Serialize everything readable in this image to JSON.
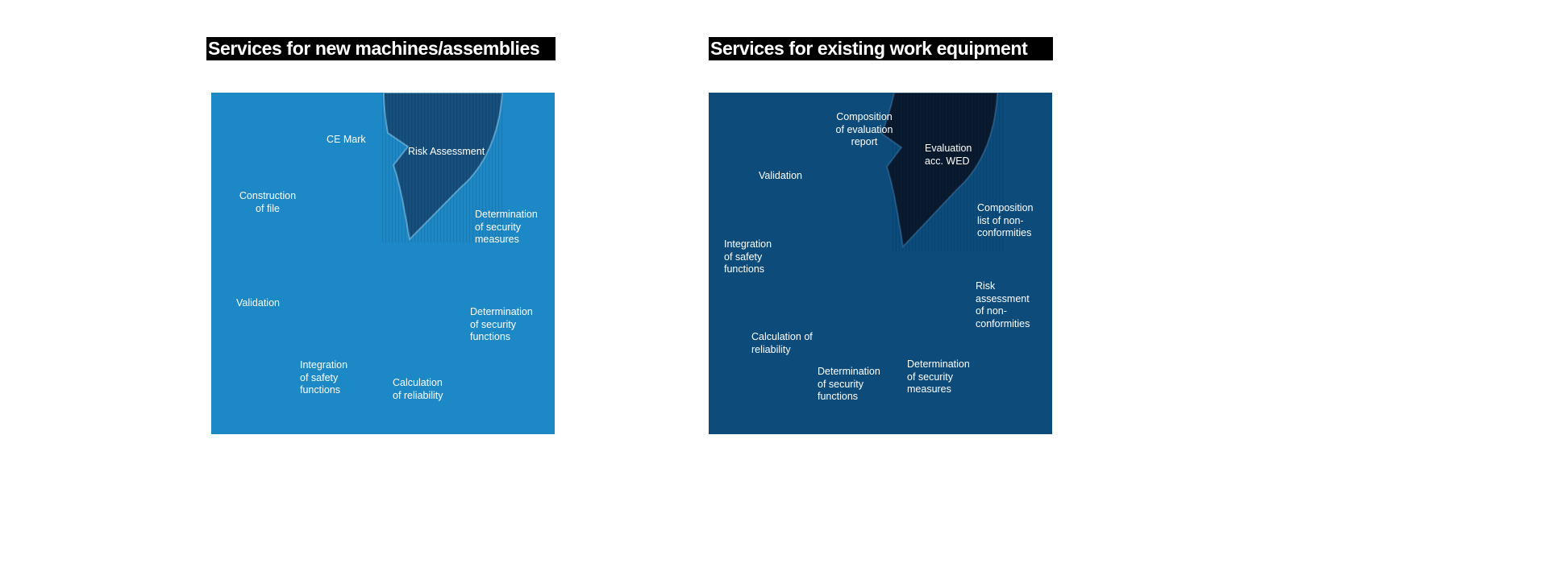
{
  "page": {
    "background_color": "#ffffff",
    "title_bar_color": "#000000",
    "title_text_color": "#ffffff",
    "label_text_color": "#ffffff"
  },
  "panels": [
    {
      "title": "Services for new machines/assemblies",
      "square_color": "#1c88c5",
      "wedge": {
        "color": "#15517e",
        "label": "Risk Assessment"
      },
      "items": [
        {
          "label": "CE Mark"
        },
        {
          "label": "Risk Assessment"
        },
        {
          "label": "Construction\nof file"
        },
        {
          "label": "Determination\nof security\nmeasures"
        },
        {
          "label": "Validation"
        },
        {
          "label": "Determination\nof security\nfunctions"
        },
        {
          "label": "Integration\nof safety\nfunctions"
        },
        {
          "label": "Calculation\nof reliability"
        }
      ]
    },
    {
      "title": "Services for existing work equipment",
      "square_color": "#0d4b7b",
      "wedge": {
        "color": "#0a1b30",
        "label": "Evaluation\nacc. WED"
      },
      "items": [
        {
          "label": "Composition\nof evaluation\nreport"
        },
        {
          "label": "Evaluation\nacc. WED"
        },
        {
          "label": "Validation"
        },
        {
          "label": "Composition\nlist of non-\nconformities"
        },
        {
          "label": "Integration\nof safety\nfunctions"
        },
        {
          "label": "Risk\nassessment\nof non-\nconformities"
        },
        {
          "label": "Calculation of\nreliability"
        },
        {
          "label": "Determination\nof security\nfunctions"
        },
        {
          "label": "Determination\nof security\nmeasures"
        }
      ]
    }
  ]
}
